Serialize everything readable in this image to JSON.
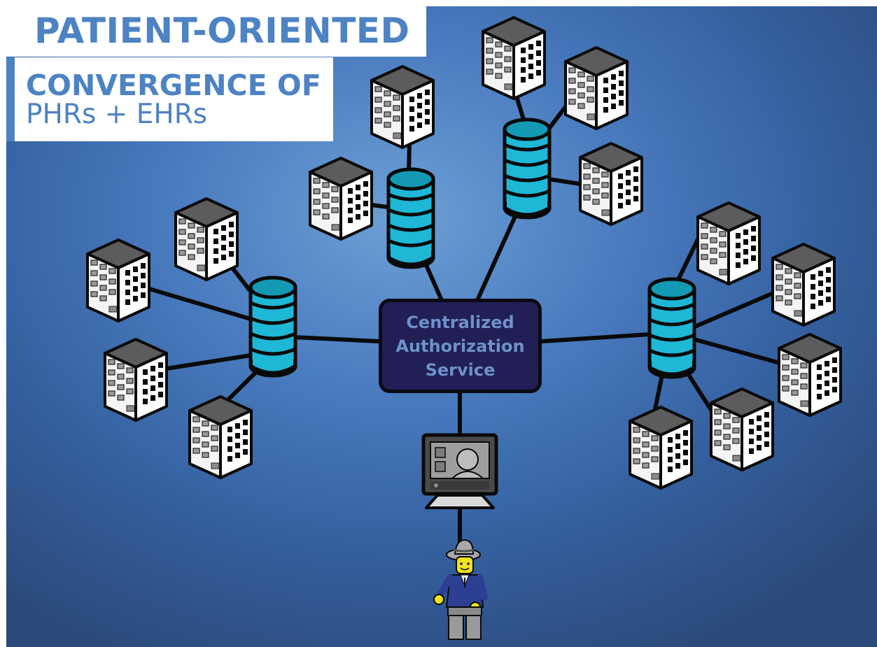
{
  "header": {
    "title": "PATIENT-ORIENTED",
    "subtitle_line1": "CONVERGENCE OF",
    "subtitle_line2": "PHRs + EHRs"
  },
  "diagram": {
    "hub": {
      "label": "Centralized\nAuthorization\nService"
    },
    "database_nodes": [
      {
        "name": "database-left",
        "buildings": 4
      },
      {
        "name": "database-top-center",
        "buildings": 2
      },
      {
        "name": "database-top-right",
        "buildings": 3
      },
      {
        "name": "database-right",
        "buildings": 5
      }
    ],
    "client_terminal": "computer-monitor-icon",
    "user": "patient-figure-icon"
  },
  "colors": {
    "title_blue": "#4d83c3",
    "hub_fill": "#211f55",
    "hub_text": "#6d92c9",
    "database_fill": "#1fb7d6",
    "building_roof": "#5c5c5c",
    "background_center": "#6d9fd6",
    "background_edge": "#2b4a7a"
  }
}
